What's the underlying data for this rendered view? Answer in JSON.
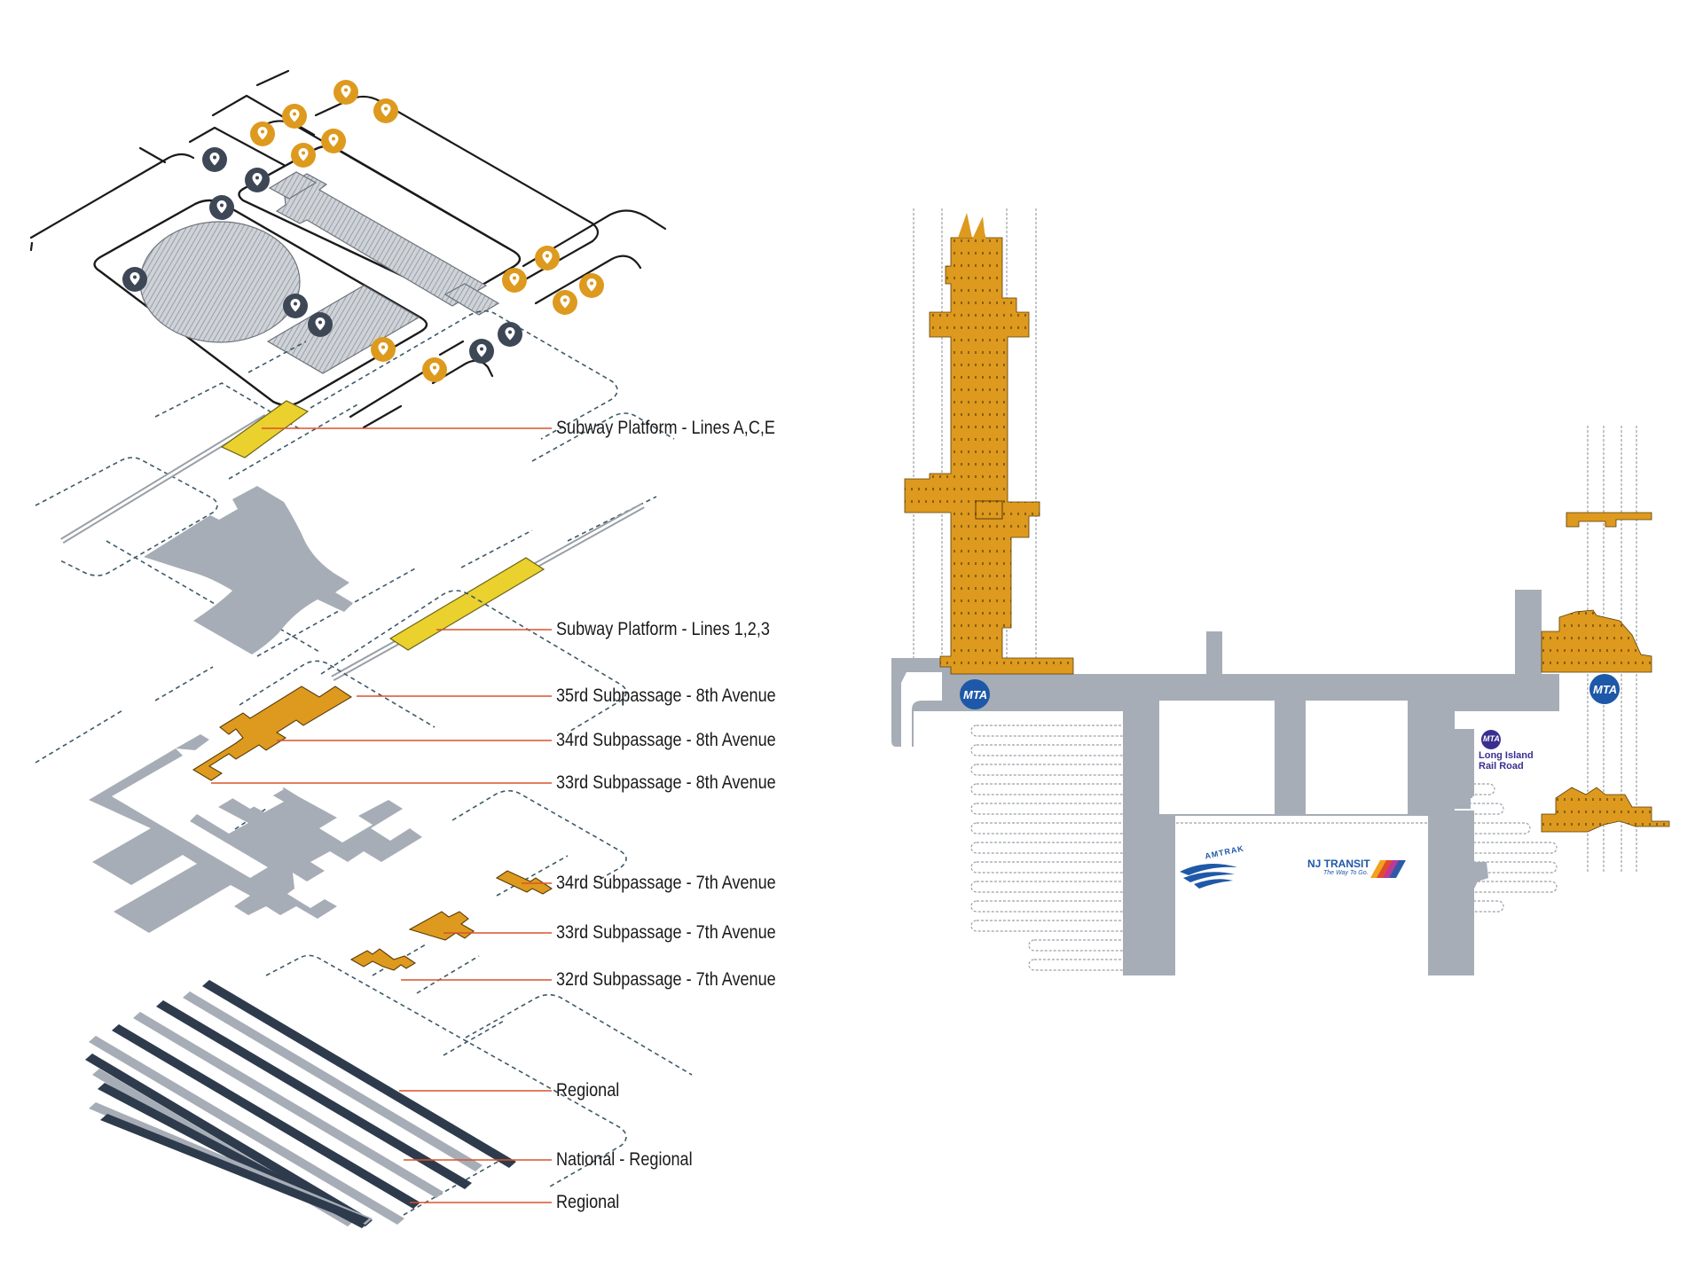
{
  "labels": {
    "subway_ace": "Subway Platform - Lines A,C,E",
    "subway_123": "Subway Platform - Lines 1,2,3",
    "p35_8th": "35rd Subpassage - 8th Avenue",
    "p34_8th": "34rd Subpassage - 8th Avenue",
    "p33_8th": "33rd Subpassage - 8th Avenue",
    "p34_7th": "34rd Subpassage - 7th Avenue",
    "p33_7th": "33rd Subpassage - 7th Avenue",
    "p32_7th": "32rd Subpassage - 7th Avenue",
    "regional_top": "Regional",
    "national_regional": "National - Regional",
    "regional_bottom": "Regional"
  },
  "logos": {
    "mta": "MTA",
    "lirr_line1": "Long Island",
    "lirr_line2": "Rail Road",
    "amtrak": "AMTRAK",
    "njtransit": "NJ TRANSIT",
    "njtransit_tag": "The Way To Go."
  },
  "colors": {
    "accent_orange": "#DD9A1E",
    "passage_gray": "#A7ADB6",
    "platform_yellow": "#EAD12E",
    "navy": "#2E3B4C",
    "mta_blue": "#1E58A8",
    "leader_red": "#D9532B"
  }
}
